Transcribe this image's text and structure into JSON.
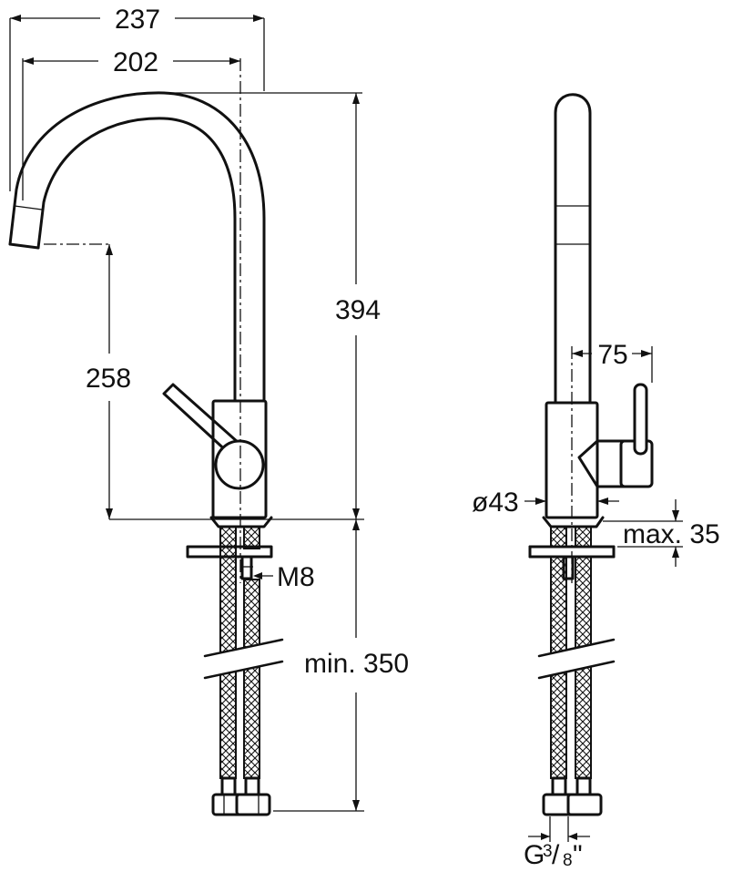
{
  "labels": {
    "width_total": "237",
    "width_spout": "202",
    "height_total": "394",
    "height_spout": "258",
    "thread": "M8",
    "hose_length": "min. 350",
    "depth_lever": "75",
    "diameter": "ø43",
    "max_thickness": "max. 35",
    "connection_g": "G",
    "connection_num": "3",
    "connection_den": "8",
    "connection_unit": "\""
  }
}
